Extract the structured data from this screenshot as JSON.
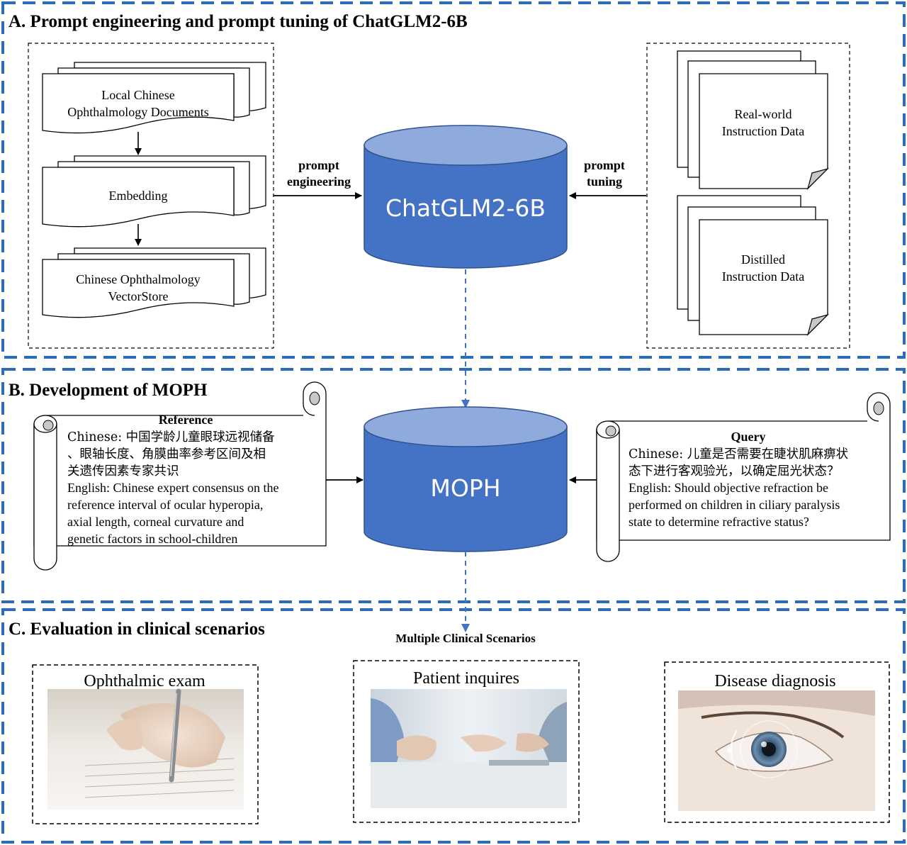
{
  "sections": {
    "a": {
      "title": "A. Prompt engineering and prompt tuning of ChatGLM2-6B"
    },
    "b": {
      "title": "B. Development of MOPH"
    },
    "c": {
      "title": "C. Evaluation in clinical scenarios"
    }
  },
  "pipeline": {
    "docs_line1": "Local Chinese",
    "docs_line2": "Ophthalmology Documents",
    "embedding": "Embedding",
    "vector_line1": "Chinese Ophthalmology",
    "vector_line2": "VectorStore"
  },
  "arrows": {
    "prompt_engineering_line1": "prompt",
    "prompt_engineering_line2": "engineering",
    "prompt_tuning_line1": "prompt",
    "prompt_tuning_line2": "tuning"
  },
  "models": {
    "chatglm": "ChatGLM2-6B",
    "moph": "MOPH"
  },
  "instruction_data": {
    "real_line1": "Real-world",
    "real_line2": "Instruction Data",
    "distilled_line1": "Distilled",
    "distilled_line2": "Instruction Data"
  },
  "reference": {
    "heading": "Reference",
    "cn_line1": "Chinese: 中国学龄儿童眼球远视储备",
    "cn_line2": "、眼轴长度、角膜曲率参考区间及相",
    "cn_line3": "关遗传因素专家共识",
    "en_line1": "English: Chinese expert consensus on the",
    "en_line2": "reference interval of ocular hyperopia,",
    "en_line3": "axial length, corneal curvature and",
    "en_line4": "genetic factors in school-children"
  },
  "query": {
    "heading": "Query",
    "cn_line1": "Chinese: 儿童是否需要在睫状肌麻痹状",
    "cn_line2": "态下进行客观验光，以确定屈光状态？",
    "en_line1": "English: Should objective refraction be",
    "en_line2": "performed on children in ciliary paralysis",
    "en_line3": "state to determine refractive status?"
  },
  "scenarios": {
    "heading": "Multiple Clinical Scenarios",
    "exam": "Ophthalmic exam",
    "inquiries": "Patient inquires",
    "diagnosis": "Disease diagnosis"
  },
  "colors": {
    "section_border": "#2e6bb8",
    "cylinder_fill": "#4472c4",
    "cylinder_top": "#8faadc",
    "cylinder_stroke": "#2f528f",
    "dashed_arrow": "#4472c4"
  }
}
